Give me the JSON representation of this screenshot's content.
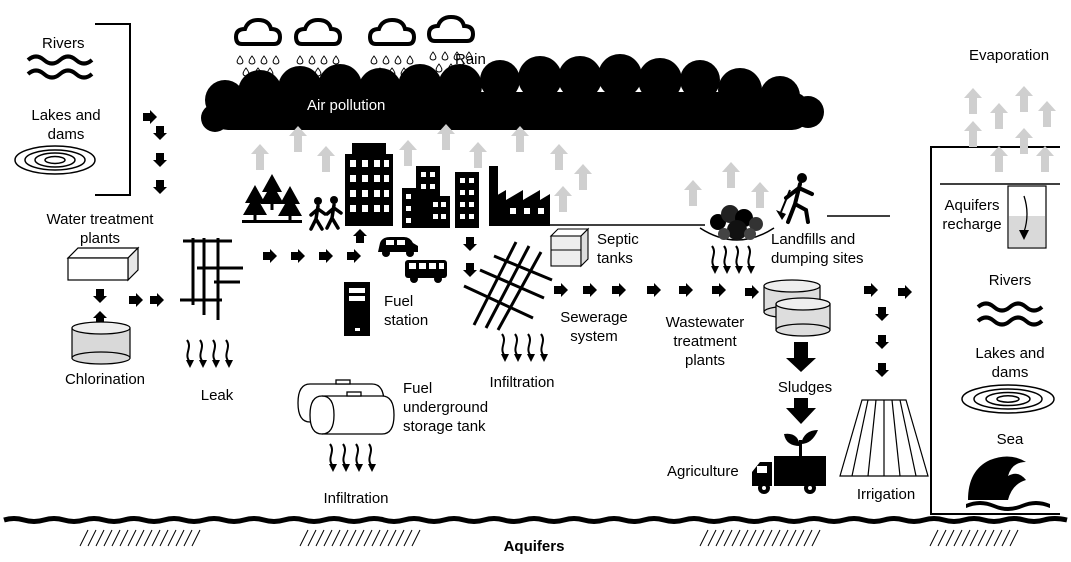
{
  "labels": {
    "rivers_left": "Rivers",
    "lakes_left": "Lakes and\ndams",
    "water_treatment": "Water treatment\nplants",
    "chlorination": "Chlorination",
    "leak": "Leak",
    "rain": "Rain",
    "air_pollution": "Air pollution",
    "fuel_station": "Fuel\nstation",
    "fuel_tank": "Fuel\nunderground\nstorage tank",
    "infiltration_tank": "Infiltration",
    "infiltration_sewer": "Infiltration",
    "septic": "Septic\ntanks",
    "sewerage": "Sewerage\nsystem",
    "wastewater": "Wastewater\ntreatment\nplants",
    "landfills": "Landfills and\ndumping sites",
    "sludges": "Sludges",
    "agriculture": "Agriculture",
    "irrigation": "Irrigation",
    "evaporation": "Evaporation",
    "aquifers_recharge": "Aquifers\nrecharge",
    "rivers_right": "Rivers",
    "lakes_right": "Lakes and\ndams",
    "sea": "Sea",
    "aquifers": "Aquifers"
  },
  "colors": {
    "ink": "#000000",
    "gray_arrow": "#cfcfcf",
    "pale_gray": "#e6e6e6",
    "tank_gray": "#d9d9d9"
  },
  "icons": [
    "cloud-icon",
    "tree-icon",
    "walking-people-icon",
    "building-icon",
    "factory-icon",
    "car-icon",
    "bus-icon",
    "fuel-pump-icon",
    "fuel-tank-icon",
    "pipe-network-icon",
    "septic-tank-icon",
    "landfill-icon",
    "person-digging-icon",
    "sludge-tank-icon",
    "truck-icon",
    "plant-icon",
    "irrigation-channel-icon",
    "wave-icon",
    "concentric-lake-icon",
    "arrow-icon"
  ]
}
